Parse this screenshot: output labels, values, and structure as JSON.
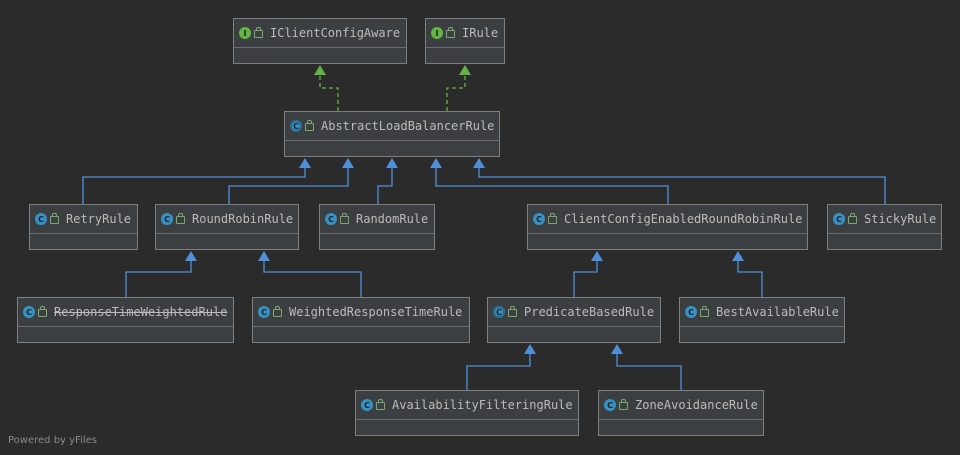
{
  "footer": "Powered by yFiles",
  "colors": {
    "background": "#2b2b2b",
    "node_fill": "#3c3f41",
    "inheritance_edge": "#4f8fd8",
    "implements_edge": "#62b543",
    "text": "#bbbbbb"
  },
  "nodes": [
    {
      "id": "IClientConfigAware",
      "label": "IClientConfigAware",
      "kind": "interface",
      "icon": "I"
    },
    {
      "id": "IRule",
      "label": "IRule",
      "kind": "interface",
      "icon": "I"
    },
    {
      "id": "AbstractLoadBalancerRule",
      "label": "AbstractLoadBalancerRule",
      "kind": "abstract-class",
      "icon": "C"
    },
    {
      "id": "RetryRule",
      "label": "RetryRule",
      "kind": "class",
      "icon": "C"
    },
    {
      "id": "RoundRobinRule",
      "label": "RoundRobinRule",
      "kind": "class",
      "icon": "C"
    },
    {
      "id": "RandomRule",
      "label": "RandomRule",
      "kind": "class",
      "icon": "C"
    },
    {
      "id": "ClientConfigEnabledRoundRobinRule",
      "label": "ClientConfigEnabledRoundRobinRule",
      "kind": "class",
      "icon": "C"
    },
    {
      "id": "StickyRule",
      "label": "StickyRule",
      "kind": "class",
      "icon": "C"
    },
    {
      "id": "ResponseTimeWeightedRule",
      "label": "ResponseTimeWeightedRule",
      "kind": "class",
      "icon": "C",
      "deprecated": true
    },
    {
      "id": "WeightedResponseTimeRule",
      "label": "WeightedResponseTimeRule",
      "kind": "class",
      "icon": "C"
    },
    {
      "id": "PredicateBasedRule",
      "label": "PredicateBasedRule",
      "kind": "abstract-class",
      "icon": "C"
    },
    {
      "id": "BestAvailableRule",
      "label": "BestAvailableRule",
      "kind": "class",
      "icon": "C"
    },
    {
      "id": "AvailabilityFilteringRule",
      "label": "AvailabilityFilteringRule",
      "kind": "class",
      "icon": "C"
    },
    {
      "id": "ZoneAvoidanceRule",
      "label": "ZoneAvoidanceRule",
      "kind": "class",
      "icon": "C"
    }
  ],
  "edges": [
    {
      "from": "AbstractLoadBalancerRule",
      "to": "IClientConfigAware",
      "type": "implements"
    },
    {
      "from": "AbstractLoadBalancerRule",
      "to": "IRule",
      "type": "implements"
    },
    {
      "from": "RetryRule",
      "to": "AbstractLoadBalancerRule",
      "type": "extends"
    },
    {
      "from": "RoundRobinRule",
      "to": "AbstractLoadBalancerRule",
      "type": "extends"
    },
    {
      "from": "RandomRule",
      "to": "AbstractLoadBalancerRule",
      "type": "extends"
    },
    {
      "from": "ClientConfigEnabledRoundRobinRule",
      "to": "AbstractLoadBalancerRule",
      "type": "extends"
    },
    {
      "from": "StickyRule",
      "to": "AbstractLoadBalancerRule",
      "type": "extends"
    },
    {
      "from": "ResponseTimeWeightedRule",
      "to": "RoundRobinRule",
      "type": "extends"
    },
    {
      "from": "WeightedResponseTimeRule",
      "to": "RoundRobinRule",
      "type": "extends"
    },
    {
      "from": "PredicateBasedRule",
      "to": "ClientConfigEnabledRoundRobinRule",
      "type": "extends"
    },
    {
      "from": "BestAvailableRule",
      "to": "ClientConfigEnabledRoundRobinRule",
      "type": "extends"
    },
    {
      "from": "AvailabilityFilteringRule",
      "to": "PredicateBasedRule",
      "type": "extends"
    },
    {
      "from": "ZoneAvoidanceRule",
      "to": "PredicateBasedRule",
      "type": "extends"
    }
  ]
}
